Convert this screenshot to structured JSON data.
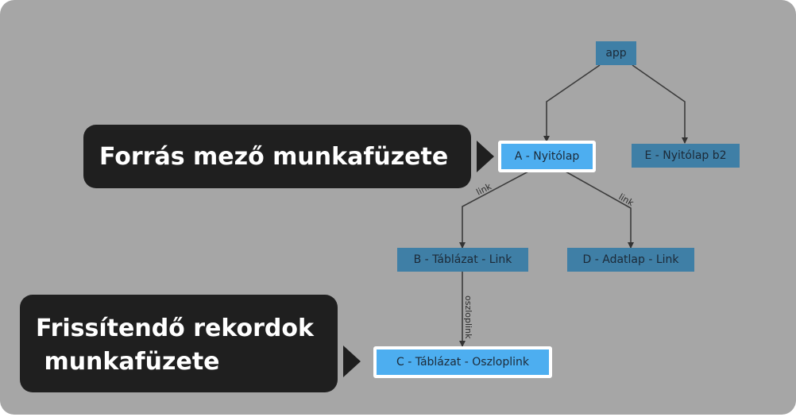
{
  "nodes": {
    "app": "app",
    "a": "A - Nyitólap",
    "e": "E - Nyitólap b2",
    "b": "B - Táblázat - Link",
    "d": "D - Adatlap - Link",
    "c": "C - Táblázat - Oszloplink"
  },
  "edge_labels": {
    "a_b": "link",
    "a_d": "link",
    "b_c": "oszloplink"
  },
  "callouts": {
    "source": "Forrás mező munkafüzete",
    "target_line1": "Frissítendő rekordok",
    "target_line2": " munkafüzete"
  },
  "colors": {
    "background": "#a6a6a6",
    "node": "#3f7fa6",
    "highlight_node": "#4daef0",
    "callout": "#1f1f1f"
  }
}
